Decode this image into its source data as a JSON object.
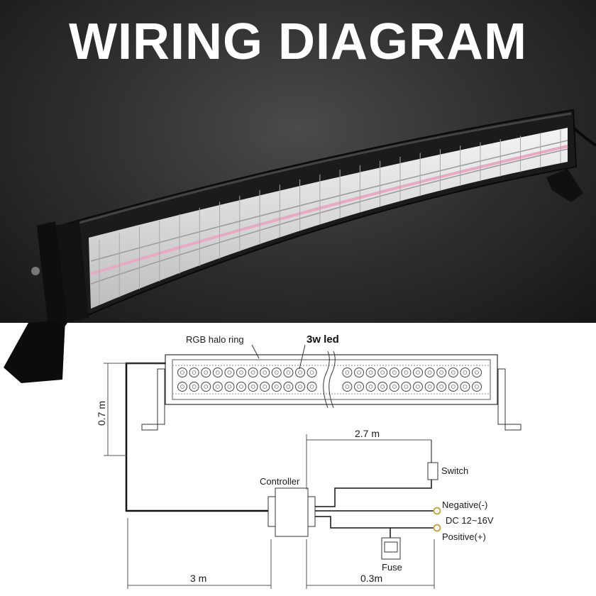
{
  "title": "WIRING DIAGRAM",
  "labels": {
    "rgb_halo_ring": "RGB halo ring",
    "led": "3w led",
    "controller": "Controller",
    "switch": "Switch",
    "negative": "Negative(-)",
    "dc_range": "DC 12~16V",
    "positive": "Positive(+)",
    "fuse": "Fuse"
  },
  "dimensions": {
    "harness_height": "0.7 m",
    "switch_lead": "2.7 m",
    "main_cable": "3 m",
    "battery_lead": "0.3m"
  },
  "colors": {
    "wire": "#111111",
    "bar_body": "#1c1c1c",
    "photo_bg": "#2c2c2c"
  }
}
